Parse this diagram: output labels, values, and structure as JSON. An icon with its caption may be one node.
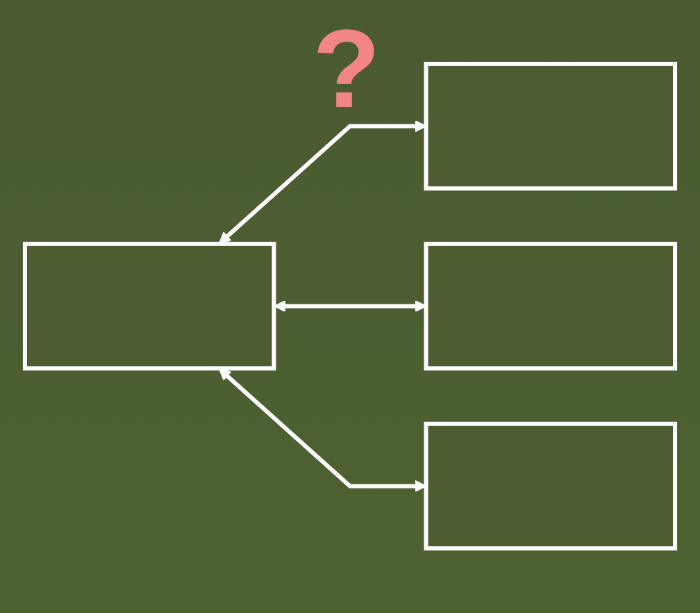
{
  "diagram": {
    "nodes": [
      {
        "text": [],
        "shape": "box"
      },
      {
        "text": [],
        "shape": "box"
      },
      {
        "text": [],
        "shape": "box"
      },
      {
        "text": [],
        "shape": "box"
      }
    ],
    "edges": [
      {
        "from": 0,
        "to": 1,
        "arrow": "both"
      },
      {
        "from": 0,
        "to": 2,
        "arrow": "both"
      },
      {
        "from": 0,
        "to": 3,
        "arrow": "both"
      }
    ],
    "labels": [
      "?"
    ]
  }
}
